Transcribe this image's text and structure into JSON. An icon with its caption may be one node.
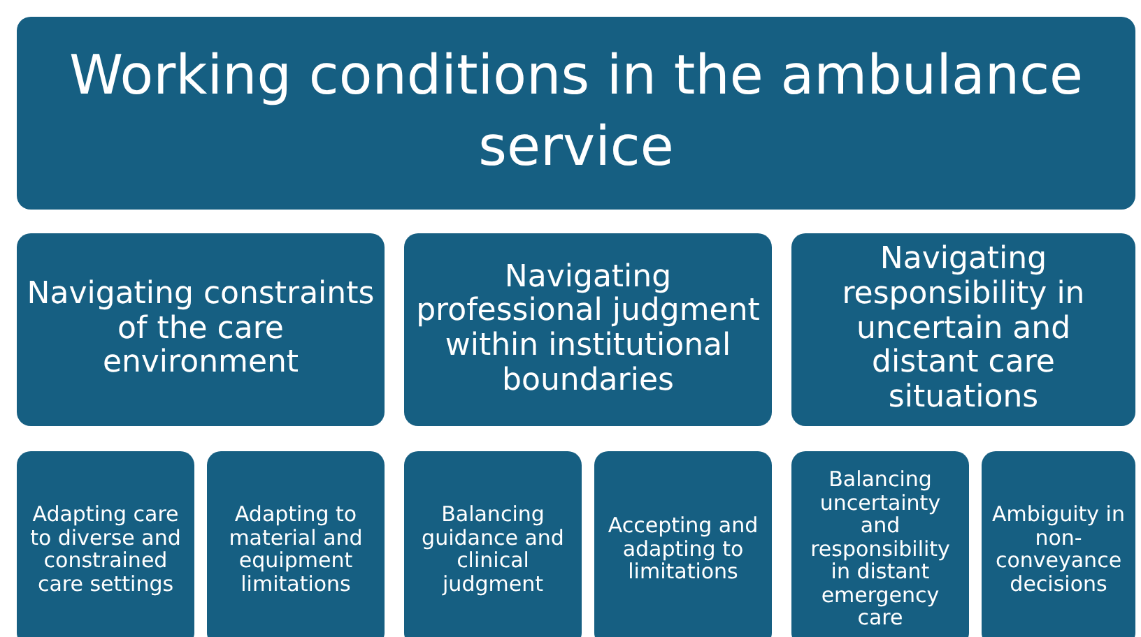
{
  "diagram": {
    "nodes": [
      {
        "text": [
          "Working conditions in the ambulance service"
        ]
      },
      {
        "text": [
          "Navigating constraints of the care environment"
        ]
      },
      {
        "text": [
          "Navigating professional judgment within institutional boundaries"
        ]
      },
      {
        "text": [
          "Navigating responsibility in uncertain and distant care situations"
        ]
      },
      {
        "text": [
          "Adapting care to diverse and constrained care settings"
        ]
      },
      {
        "text": [
          "Adapting to material and equipment limitations"
        ]
      },
      {
        "text": [
          "Balancing guidance and clinical judgment"
        ]
      },
      {
        "text": [
          "Accepting and adapting to limitations"
        ]
      },
      {
        "text": [
          "Balancing uncertainty and responsibility in distant emergency care"
        ]
      },
      {
        "text": [
          "Ambiguity in non-conveyance decisions"
        ]
      }
    ]
  }
}
